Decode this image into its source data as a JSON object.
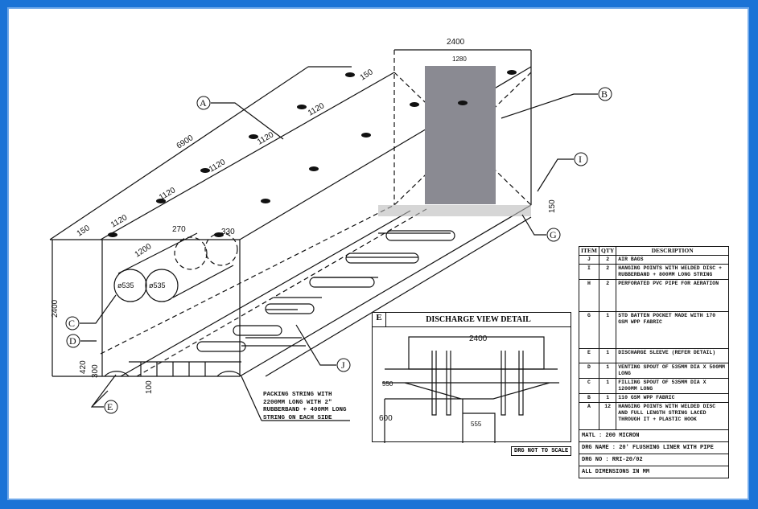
{
  "callouts": {
    "A": "A",
    "B": "B",
    "C": "C",
    "D": "D",
    "E": "E",
    "G": "G",
    "I": "I",
    "J": "J"
  },
  "dimensions": {
    "back_width": "2400",
    "panel_width": "1280",
    "length": "6900",
    "spacing": "1120",
    "end_offset": "150",
    "height_right": "150",
    "spout_gap_1": "270",
    "spout_gap_2": "330",
    "spout_len": "1200",
    "spout_dia_1": "ø535",
    "spout_dia_2": "ø535",
    "height_left": "2400",
    "base_1": "420",
    "base_2": "300",
    "base_3": "100"
  },
  "packing_note": "PACKING STRING WITH 2200MM LONG WITH 2\" RUBBERBAND + 400MM LONG STRING ON EACH SIDE",
  "detail": {
    "tag": "E",
    "title": "DISCHARGE VIEW DETAIL",
    "width": "2400",
    "dim_1": "550",
    "dim_2": "600",
    "dim_3": "555"
  },
  "not_to_scale": "DRG NOT TO SCALE",
  "bom": {
    "headers": [
      "ITEM",
      "QTY",
      "DESCRIPTION"
    ],
    "rows": [
      {
        "item": "J",
        "qty": "2",
        "desc": "AIR BAGS"
      },
      {
        "item": "I",
        "qty": "2",
        "desc": "HANGING POINTS WITH WELDED DISC + RUBBERBAND + 800MM LONG STRING"
      },
      {
        "item": "H",
        "qty": "2",
        "desc": "PERFORATED PVC PIPE FOR AERATION"
      },
      {
        "item": "G",
        "qty": "1",
        "desc": "STD BATTEN POCKET MADE WITH 170 GSM WPP FABRIC"
      },
      {
        "item": "E",
        "qty": "1",
        "desc": "DISCHARGE SLEEVE (REFER DETAIL)"
      },
      {
        "item": "D",
        "qty": "1",
        "desc": "VENTING SPOUT OF 535MM DIA X 500MM LONG"
      },
      {
        "item": "C",
        "qty": "1",
        "desc": "FILLING SPOUT OF 535MM DIA X 1200MM LONG"
      },
      {
        "item": "B",
        "qty": "1",
        "desc": "110 GSM WPP FABRIC"
      },
      {
        "item": "A",
        "qty": "12",
        "desc": "HANGING POINTS WITH WELDED DISC AND FULL LENGTH STRING LACED THROUGH IT + PLASTIC HOOK"
      }
    ],
    "matl": "MATL : 200 MICRON",
    "drg_name": "DRG NAME : 20' FLUSHING LINER WITH PIPE",
    "drg_no": "DRG NO : RRI-20/02",
    "units": "ALL DIMENSIONS IN MM"
  }
}
